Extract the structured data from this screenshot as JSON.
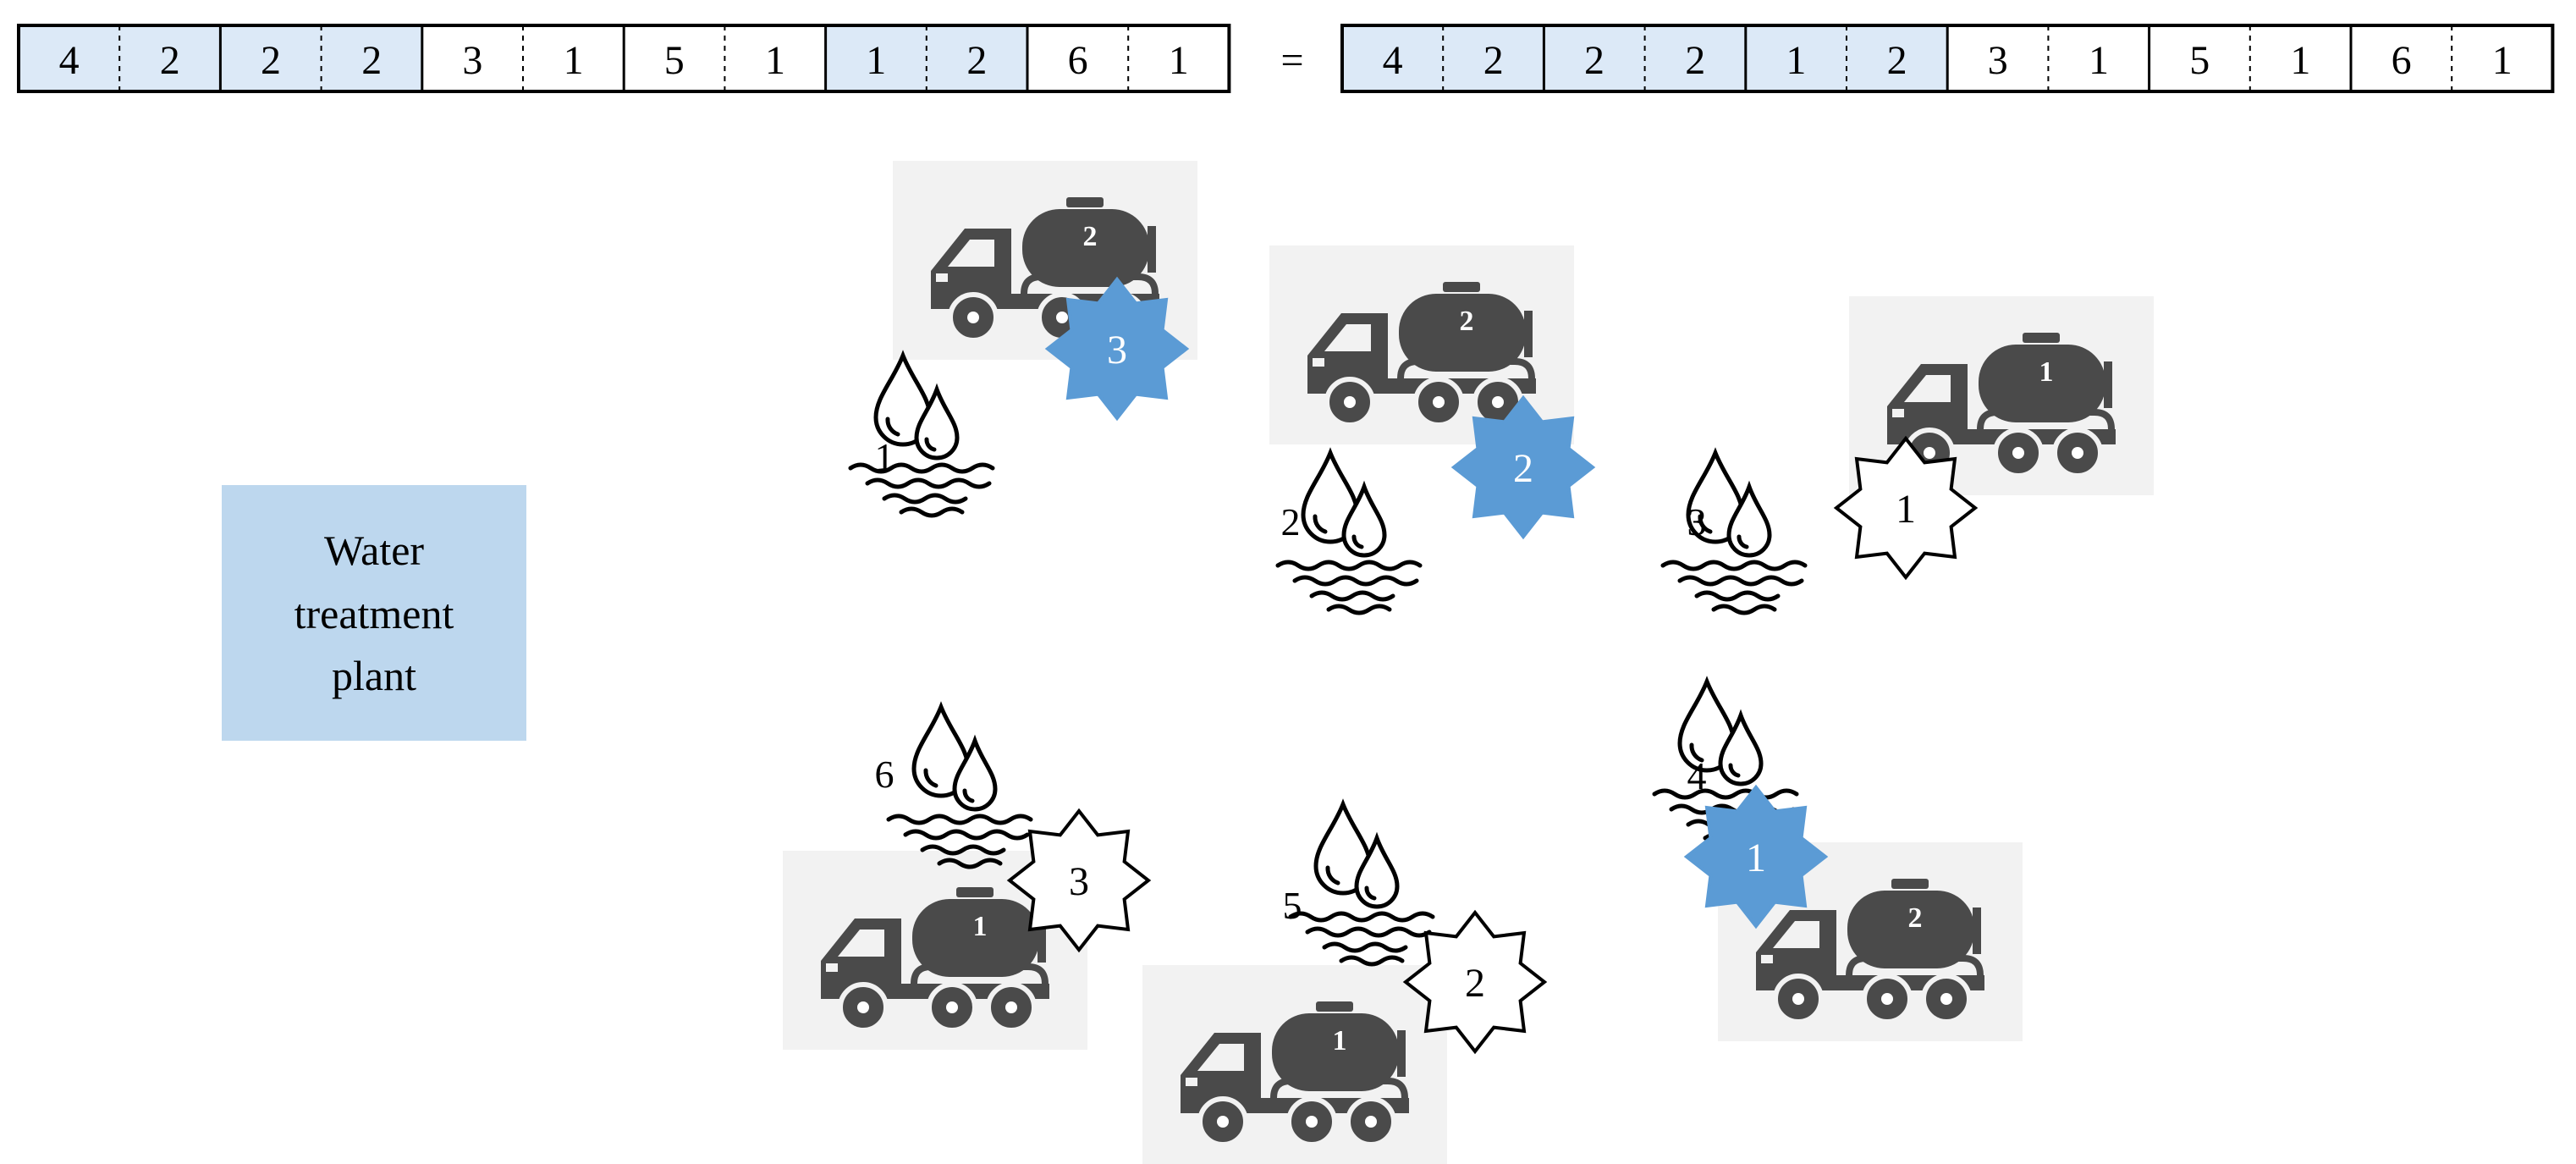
{
  "chromosome_left": [
    "4",
    "2",
    "2",
    "2",
    "3",
    "1",
    "5",
    "1",
    "1",
    "2",
    "6",
    "1"
  ],
  "chromosome_right": [
    "4",
    "2",
    "2",
    "2",
    "1",
    "2",
    "3",
    "1",
    "5",
    "1",
    "6",
    "1"
  ],
  "highlight_color": "#dce9f7",
  "equals_sign": "=",
  "plant": {
    "label_lines": [
      "Water",
      "treatment",
      "plant"
    ],
    "fill": "#bdd7ee"
  },
  "customers": [
    {
      "label": "1",
      "truck": "2",
      "star": "3",
      "star_style": "blue"
    },
    {
      "label": "2",
      "truck": "2",
      "star": "2",
      "star_style": "blue"
    },
    {
      "label": "3",
      "truck": "1",
      "star": "1",
      "star_style": "white"
    },
    {
      "label": "4",
      "truck": "2",
      "star": "1",
      "star_style": "blue"
    },
    {
      "label": "5",
      "truck": "1",
      "star": "2",
      "star_style": "white"
    },
    {
      "label": "6",
      "truck": "1",
      "star": "3",
      "star_style": "white"
    }
  ],
  "colors": {
    "truck": "#4a4a4a",
    "truck_bg": "#f2f2f2",
    "star_blue": "#5b9bd5",
    "star_white": "#ffffff"
  },
  "icon_names": [
    "truck-icon",
    "water-drops-icon",
    "star-badge-icon"
  ]
}
